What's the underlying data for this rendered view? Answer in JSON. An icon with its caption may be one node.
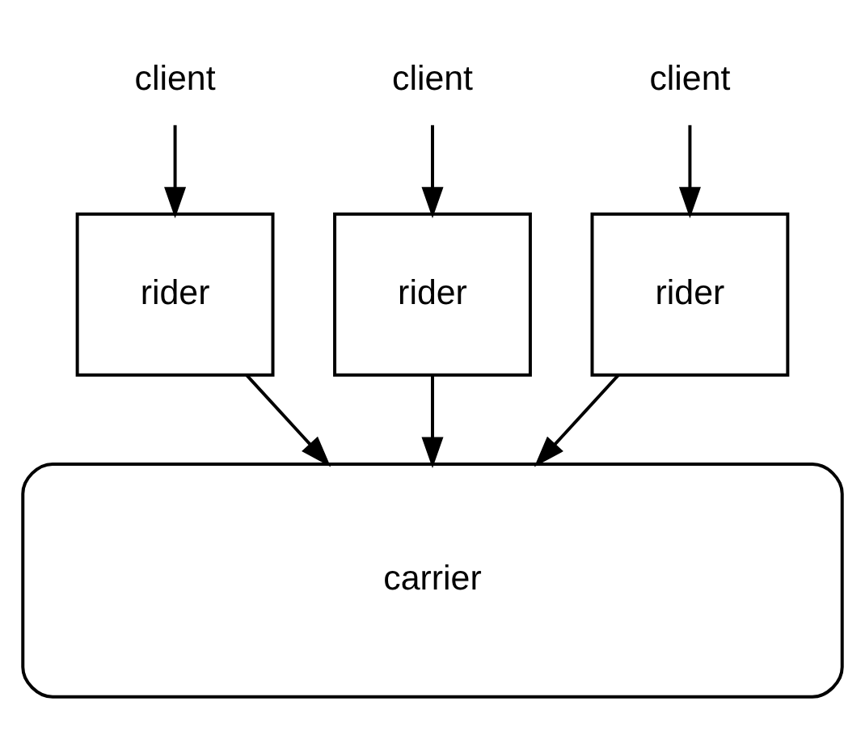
{
  "diagram": {
    "nodes": [
      {
        "text": [
          "client"
        ]
      },
      {
        "text": [
          "client"
        ]
      },
      {
        "text": [
          "client"
        ]
      },
      {
        "text": [
          "rider"
        ]
      },
      {
        "text": [
          "rider"
        ]
      },
      {
        "text": [
          "rider"
        ]
      },
      {
        "text": [
          "carrier"
        ]
      }
    ],
    "edges": [
      {
        "from": 0,
        "to": 3,
        "arrow": "to"
      },
      {
        "from": 1,
        "to": 4,
        "arrow": "to"
      },
      {
        "from": 2,
        "to": 5,
        "arrow": "to"
      },
      {
        "from": 3,
        "to": 6,
        "arrow": "to"
      },
      {
        "from": 4,
        "to": 6,
        "arrow": "to"
      },
      {
        "from": 5,
        "to": 6,
        "arrow": "to"
      }
    ]
  }
}
